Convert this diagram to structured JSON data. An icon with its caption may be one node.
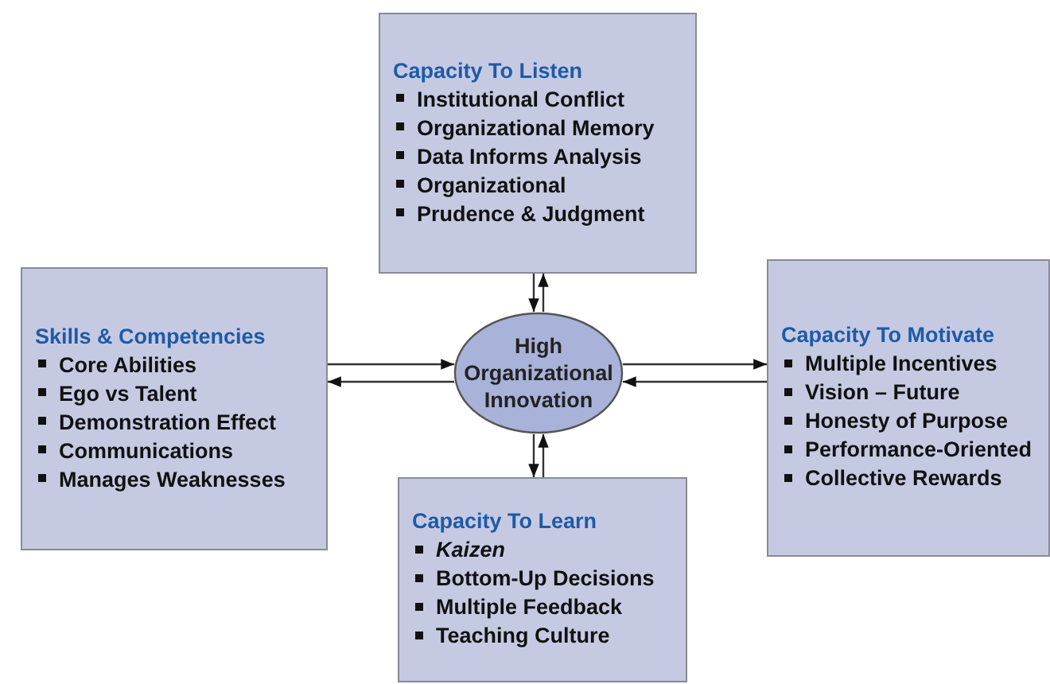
{
  "diagram": {
    "nodes": [
      {
        "text": [
          "Capacity To Listen",
          "Institutional Conflict",
          "Organizational Memory",
          "Data Informs Analysis",
          "Organizational",
          "Prudence & Judgment"
        ]
      },
      {
        "text": [
          "Skills & Competencies",
          "Core Abilities",
          "Ego vs Talent",
          "Demonstration Effect",
          "Communications",
          "Manages Weaknesses"
        ]
      },
      {
        "text": [
          "High Organizational Innovation"
        ]
      },
      {
        "text": [
          "Capacity To Motivate",
          "Multiple Incentives",
          "Vision – Future",
          "Honesty of Purpose",
          "Performance-Oriented",
          "Collective Rewards"
        ]
      },
      {
        "text": [
          "Capacity To Learn",
          "*Kaizen*",
          "Bottom-Up Decisions",
          "Multiple Feedback",
          "Teaching Culture"
        ]
      }
    ],
    "edges": [
      {
        "from": 0,
        "to": 2,
        "arrow": "to"
      },
      {
        "from": 2,
        "to": 0,
        "arrow": "to"
      },
      {
        "from": 1,
        "to": 2,
        "arrow": "to"
      },
      {
        "from": 2,
        "to": 1,
        "arrow": "to"
      },
      {
        "from": 3,
        "to": 2,
        "arrow": "to"
      },
      {
        "from": 2,
        "to": 3,
        "arrow": "to"
      },
      {
        "from": 2,
        "to": 4,
        "arrow": "to"
      },
      {
        "from": 4,
        "to": 2,
        "arrow": "to"
      }
    ]
  }
}
